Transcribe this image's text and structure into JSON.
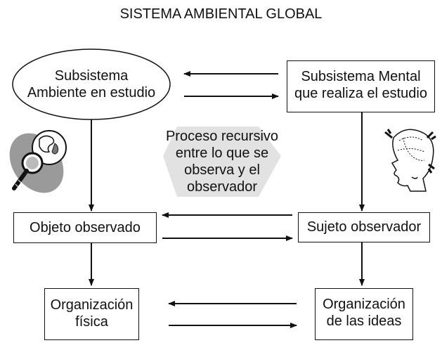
{
  "title": "SISTEMA AMBIENTAL GLOBAL",
  "nodes": {
    "ambiente": [
      "Subsistema",
      "Ambiente en estudio"
    ],
    "mental": [
      "Subsistema Mental",
      "que realiza el estudio"
    ],
    "proceso": [
      "Proceso recursivo",
      "entre lo que se",
      "observa y el",
      "observador"
    ],
    "objeto": "Objeto observado",
    "sujeto": "Sujeto observador",
    "org_fisica": [
      "Organización",
      "física"
    ],
    "org_ideas": [
      "Organización",
      "de las ideas"
    ]
  },
  "icons": {
    "left": "globe-magnifier-icon",
    "right": "thinking-head-icon"
  },
  "colors": {
    "line": "#111111",
    "hexagon_fill": "#e2e2e2",
    "globe_gray": "#9a9a9a",
    "background": "#ffffff"
  }
}
